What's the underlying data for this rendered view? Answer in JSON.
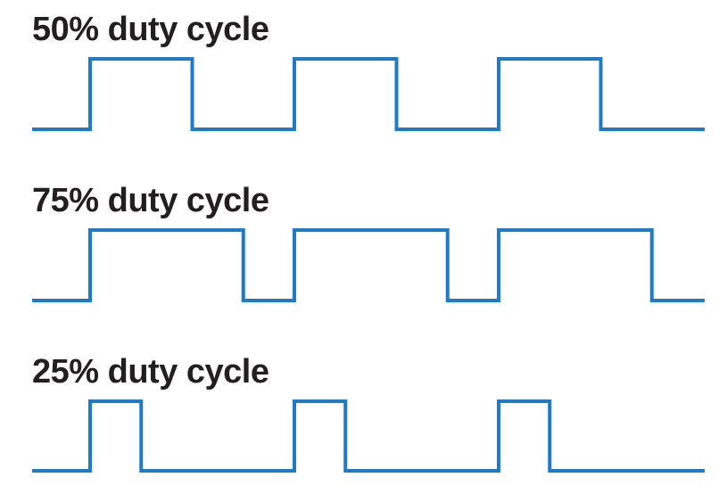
{
  "colors": {
    "waveform": "#1f7bc7",
    "text": "#231f20",
    "background": "#ffffff"
  },
  "diagrams": [
    {
      "id": "duty-50",
      "title": "50% duty cycle",
      "duty_fraction": 0.5,
      "cycles": 3
    },
    {
      "id": "duty-75",
      "title": "75% duty cycle",
      "duty_fraction": 0.75,
      "cycles": 3
    },
    {
      "id": "duty-25",
      "title": "25% duty cycle",
      "duty_fraction": 0.25,
      "cycles": 3
    }
  ]
}
